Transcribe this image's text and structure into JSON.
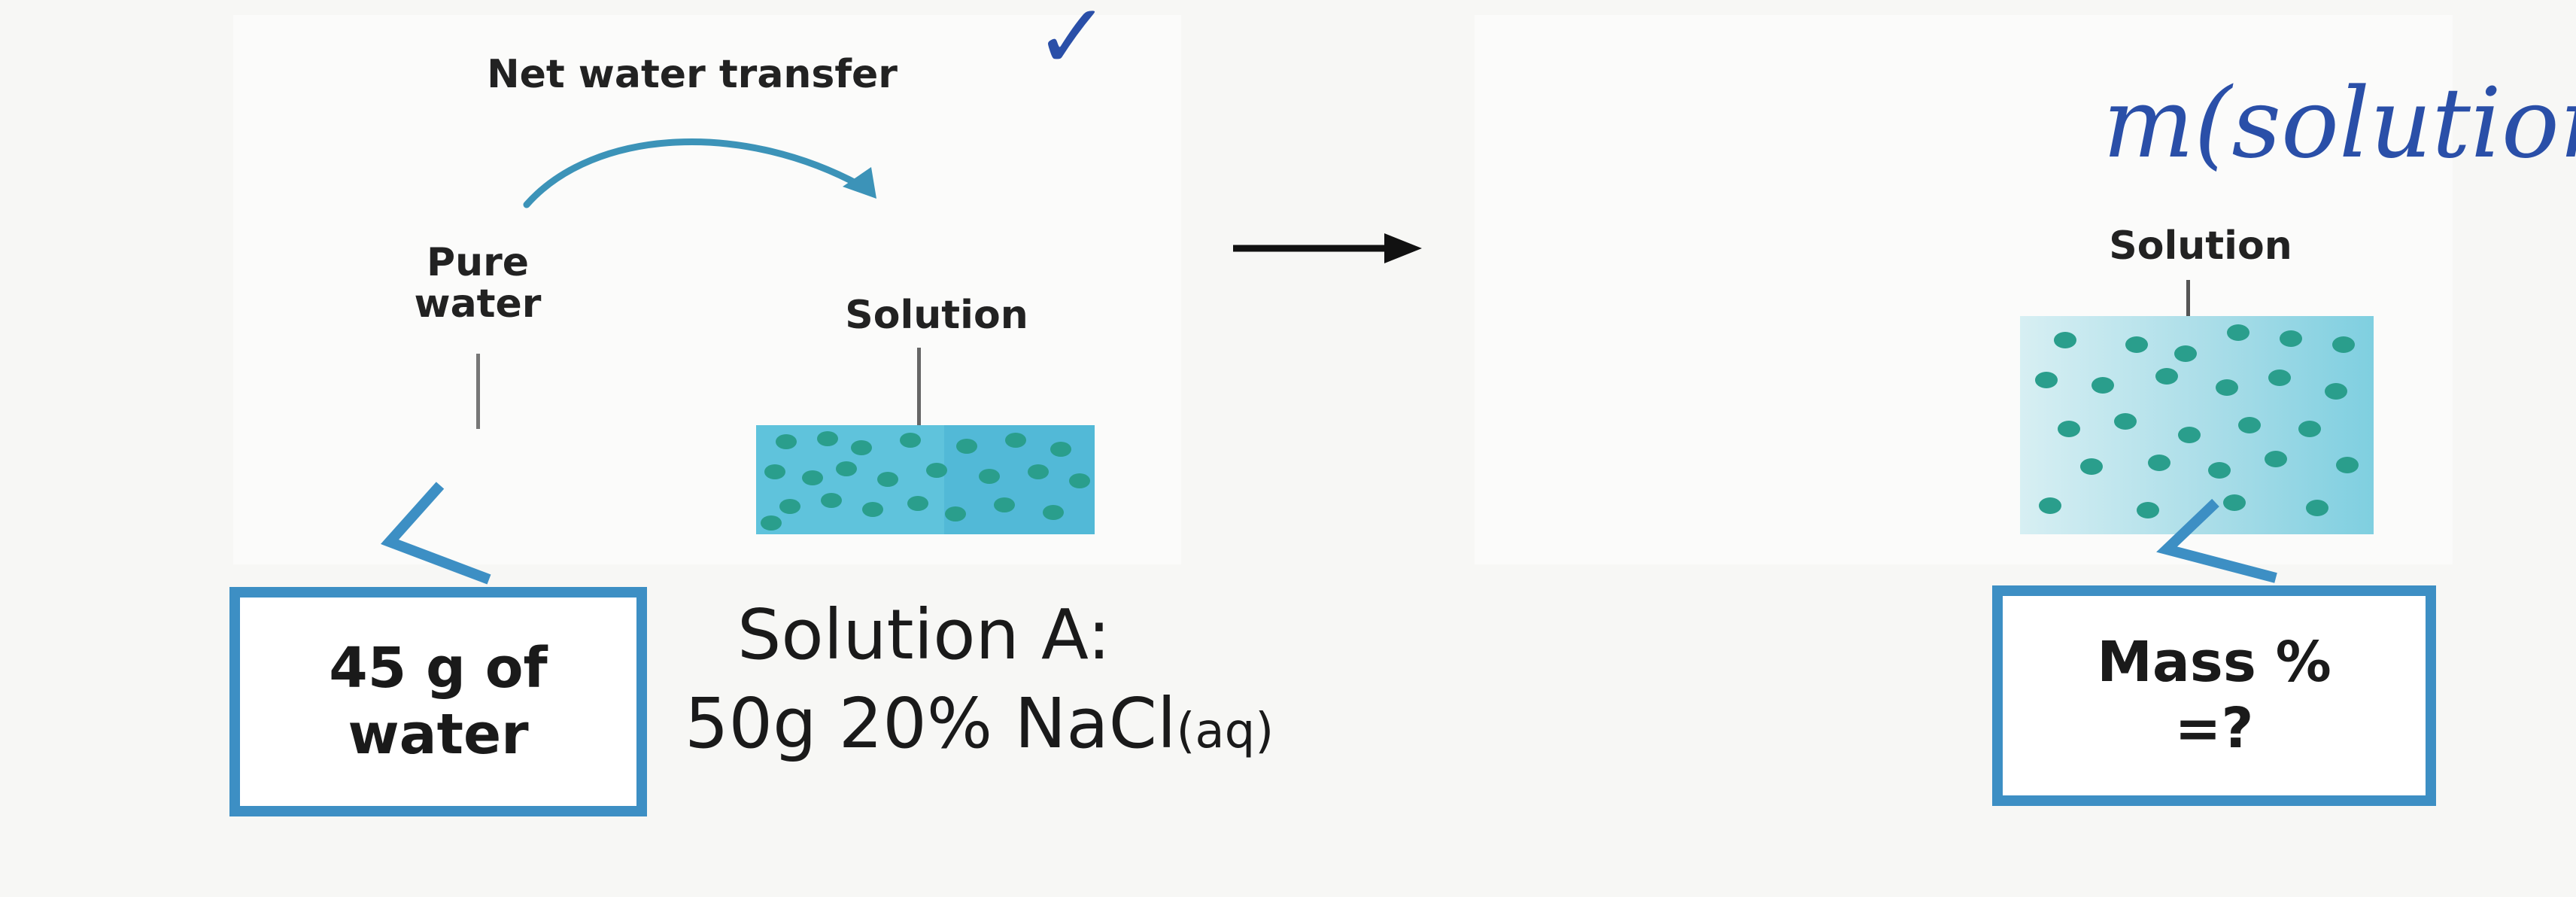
{
  "left_diagram": {
    "arrow_label": "Net water transfer",
    "pure_water_label": "Pure\nwater",
    "solution_label": "Solution"
  },
  "right_diagram": {
    "solution_label": "Solution"
  },
  "boxes": {
    "water_box": "45 g of\nwater",
    "mass_box": "Mass %\n=?"
  },
  "solution_a": {
    "line1": "Solution A:",
    "line2_main": "50g 20% NaCl",
    "line2_sub": "(aq)"
  },
  "handwriting": {
    "note": "m(solution",
    "check_mark": "✓"
  },
  "colors": {
    "box_border": "#3d8fc4",
    "solution_fill": "#4fb8d6",
    "particle": "#2a9e8c",
    "ink": "#2a4fa8"
  }
}
